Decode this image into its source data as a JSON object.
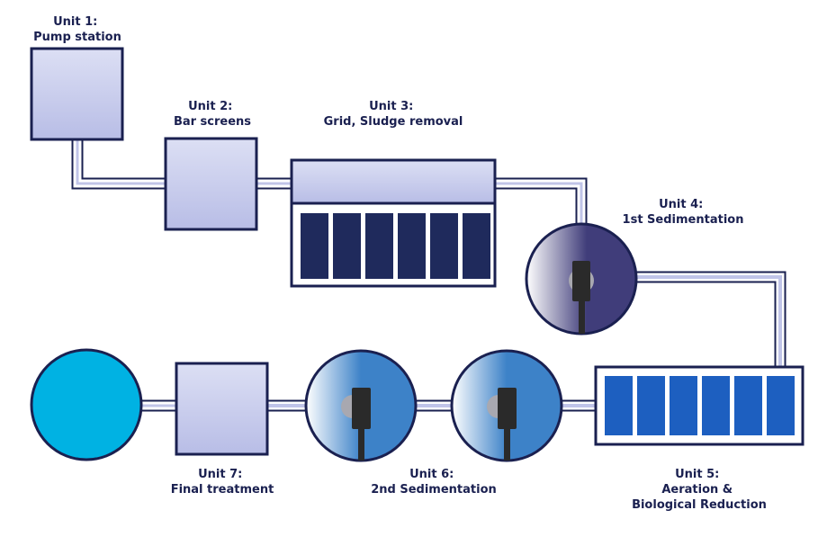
{
  "units": [
    {
      "id": "unit1",
      "lines": [
        "Unit 1:",
        "Pump station"
      ]
    },
    {
      "id": "unit2",
      "lines": [
        "Unit 2:",
        "Bar screens"
      ]
    },
    {
      "id": "unit3",
      "lines": [
        "Unit 3:",
        "Grid, Sludge removal"
      ]
    },
    {
      "id": "unit4",
      "lines": [
        "Unit 4:",
        "1st Sedimentation"
      ]
    },
    {
      "id": "unit5",
      "lines": [
        "Unit 5:",
        "Aeration &",
        "Biological Reduction"
      ]
    },
    {
      "id": "unit6",
      "lines": [
        "Unit 6:",
        "2nd Sedimentation"
      ]
    },
    {
      "id": "unit7",
      "lines": [
        "Unit 7:",
        "Final treatment"
      ]
    }
  ],
  "colors": {
    "outline": "#1a2050",
    "box_fill": "#c0c4e8",
    "box_fill_light": "#dcdff4",
    "grid_dark": "#1f2a5c",
    "aeration_blue": "#1d5fc0",
    "final_pool": "#00b2e3",
    "clarifier1_dark": "#403d7a",
    "clarifier2_blue": "#3d82c8",
    "pipe_fill": "#ffffff",
    "pipe_inner": "#c0c4e8",
    "scraper": "#2a2a2a",
    "scraper_hub": "#a8a8b0"
  },
  "icons": [
    "clarifier-scraper-icon"
  ]
}
